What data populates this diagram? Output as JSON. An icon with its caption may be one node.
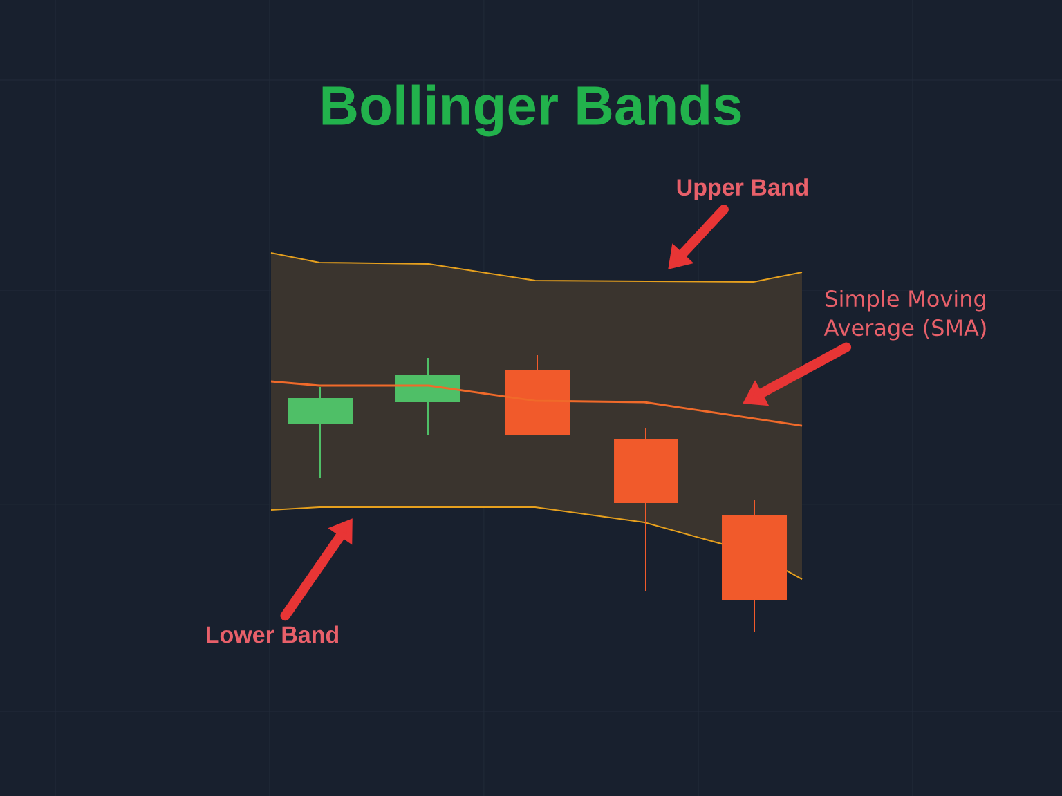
{
  "diagram": {
    "title": "Bollinger Bands",
    "nodes": [
      {
        "text": [
          "Upper Band"
        ]
      },
      {
        "text": [
          "Simple Moving Average (SMA)"
        ]
      },
      {
        "text": [
          "Lower Band"
        ]
      }
    ],
    "edges": [
      {
        "from": 0,
        "to": null,
        "arrow": "to"
      },
      {
        "from": 1,
        "to": null,
        "arrow": "to"
      },
      {
        "from": 2,
        "to": null,
        "arrow": "to"
      }
    ]
  }
}
